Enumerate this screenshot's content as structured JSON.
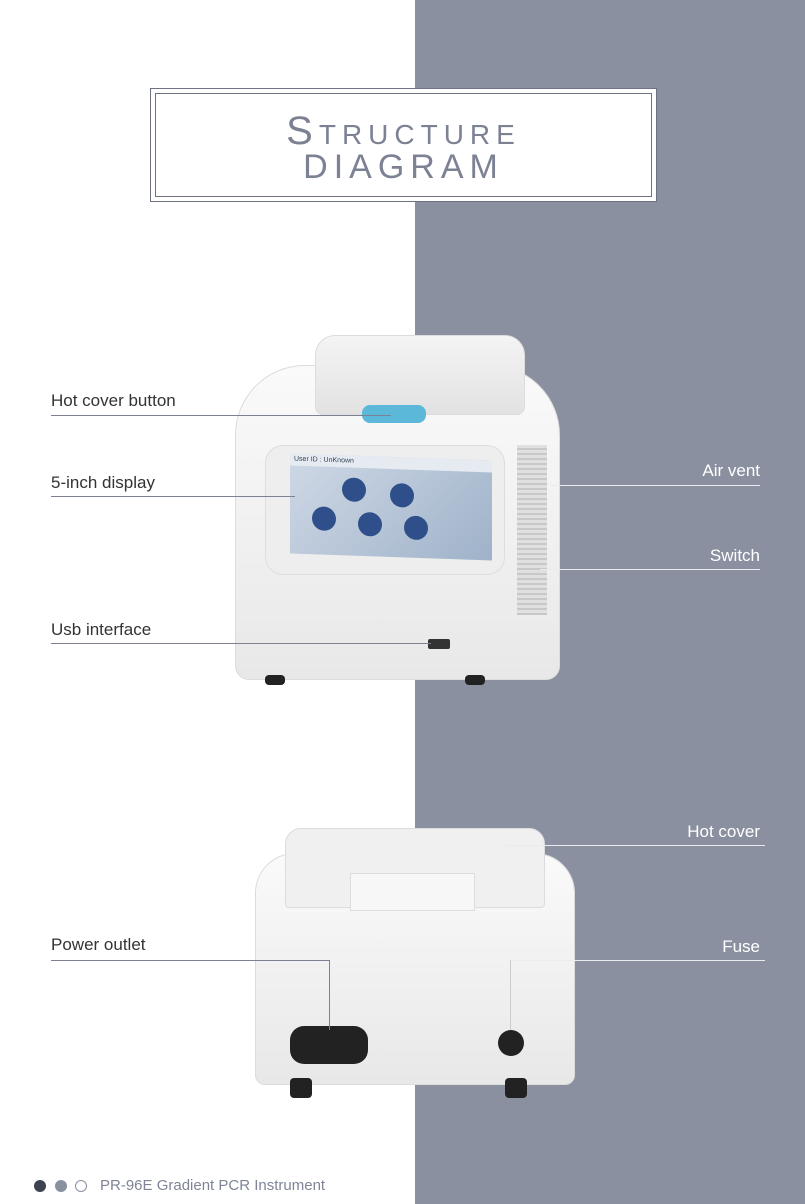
{
  "title": {
    "line1": "Structure",
    "line2": "DIAGRAM"
  },
  "front_labels": {
    "hot_cover_button": "Hot cover button",
    "display": "5-inch display",
    "usb": "Usb interface",
    "air_vent": "Air vent",
    "switch": "Switch"
  },
  "back_labels": {
    "hot_cover": "Hot cover",
    "power_outlet": "Power outlet",
    "fuse": "Fuse"
  },
  "screen": {
    "user": "User ID : UnKnown"
  },
  "footer": {
    "product": "PR-96E Gradient PCR Instrument"
  },
  "colors": {
    "panel": "#8a909f",
    "accent": "#7c8294",
    "button": "#5bb8d9"
  }
}
